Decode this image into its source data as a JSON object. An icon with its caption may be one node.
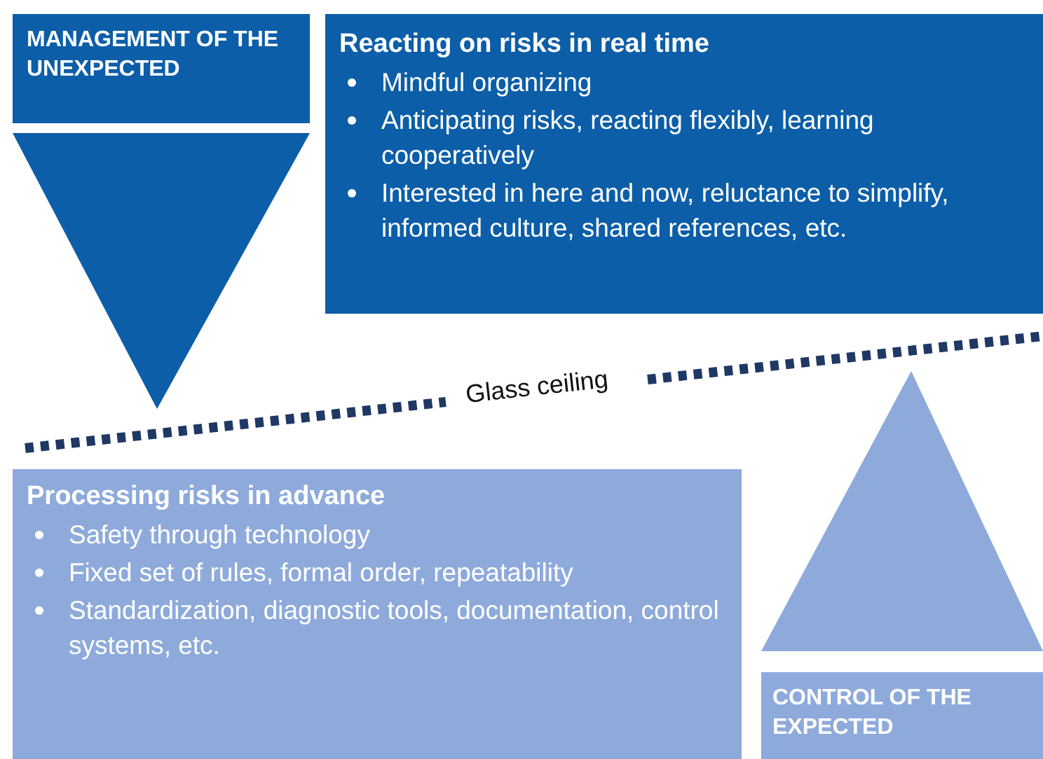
{
  "diagram": {
    "nodes": [
      {
        "text": [
          "MANAGEMENT OF THE UNEXPECTED"
        ]
      },
      {
        "text": [],
        "shape": "triangle"
      },
      {
        "text": [
          "Reacting on risks in real time",
          "Mindful organizing",
          "Anticipating risks, reacting flexibly, learning cooperatively",
          "Interested in here and now, reluctance to simplify, informed culture, shared references, etc."
        ]
      },
      {
        "text": [],
        "shape": "triangle"
      },
      {
        "text": [
          "Processing risks in advance",
          "Safety through technology",
          "Fixed set of rules, formal order, repeatability",
          "Standardization, diagnostic tools, documentation, control systems, etc."
        ]
      },
      {
        "text": [
          "CONTROL OF THE EXPECTED"
        ]
      }
    ],
    "labels": [
      "Glass ceiling"
    ]
  }
}
